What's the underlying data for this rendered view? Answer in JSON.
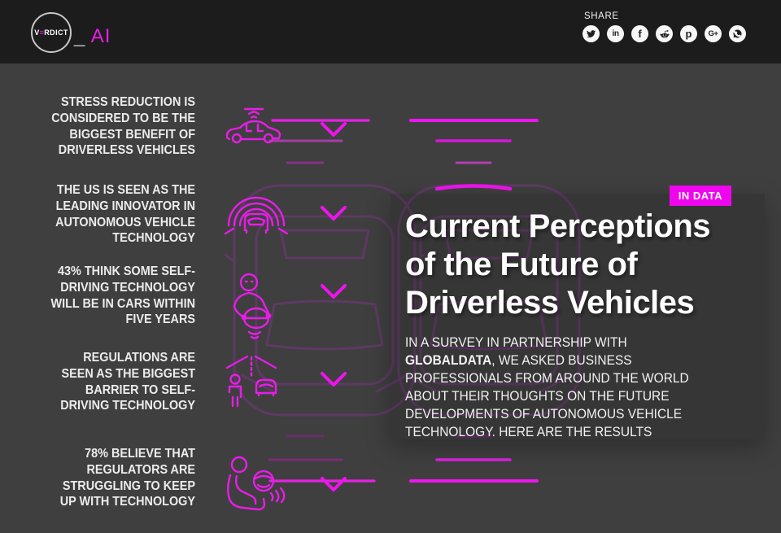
{
  "header": {
    "logo": {
      "v": "V",
      "e": "≡",
      "rest": "RDICT",
      "underscore": "_",
      "suffix": "AI"
    },
    "share": {
      "label": "SHARE",
      "icons": [
        {
          "name": "twitter"
        },
        {
          "name": "linkedin",
          "glyph": "in"
        },
        {
          "name": "facebook",
          "glyph": "f"
        },
        {
          "name": "reddit"
        },
        {
          "name": "pinterest",
          "glyph": "p"
        },
        {
          "name": "google-plus",
          "glyph": "G+"
        },
        {
          "name": "whatsapp"
        }
      ]
    }
  },
  "sidebar": {
    "items": [
      {
        "lines": [
          "STRESS REDUCTION IS",
          "CONSIDERED TO BE THE",
          "BIGGEST BENEFIT OF",
          "DRIVERLESS VEHICLES"
        ]
      },
      {
        "lines": [
          "THE US IS SEEN AS THE",
          "LEADING INNOVATOR IN",
          "AUTONOMOUS VEHICLE",
          "TECHNOLOGY"
        ]
      },
      {
        "lines": [
          "43% THINK SOME SELF-",
          "DRIVING TECHNOLOGY",
          "WILL BE IN CARS WITHIN",
          "FIVE YEARS"
        ]
      },
      {
        "lines": [
          "REGULATIONS ARE",
          "SEEN AS THE BIGGEST",
          "BARRIER TO SELF-",
          "DRIVING TECHNOLOGY"
        ]
      },
      {
        "lines": [
          "78% BELIEVE THAT",
          "REGULATORS ARE",
          "STRUGGLING TO KEEP",
          "UP WITH TECHNOLOGY"
        ]
      }
    ]
  },
  "card": {
    "badge": "IN DATA",
    "title_lines": [
      "Current Perceptions",
      "of the Future of",
      "Driverless Vehicles"
    ],
    "body_prefix": "IN A SURVEY IN PARTNERSHIP WITH ",
    "body_bold": "GLOBALDATA",
    "body_suffix": ", WE ASKED BUSINESS PROFESSIONALS FROM AROUND THE WORLD ABOUT THEIR THOUGHTS ON THE FUTURE DEVELOPMENTS OF AUTONOMOUS VEHICLE TECHNOLOGY. HERE ARE THE RESULTS"
  },
  "illustration": {
    "icons": [
      {
        "name": "connected-car"
      },
      {
        "name": "radar-sensing-car"
      },
      {
        "name": "driver-holding-wheel"
      },
      {
        "name": "pedestrian-detection"
      },
      {
        "name": "hands-free-passenger"
      }
    ]
  },
  "colors": {
    "magenta_bright": "#ee14ee",
    "magenta_icon": "#e81ce8",
    "purple_outline": "#5d3a63",
    "header_bg": "#1c1c1c",
    "page_bg": "#3f3f3f",
    "badge_bg": "#ef06ef"
  }
}
